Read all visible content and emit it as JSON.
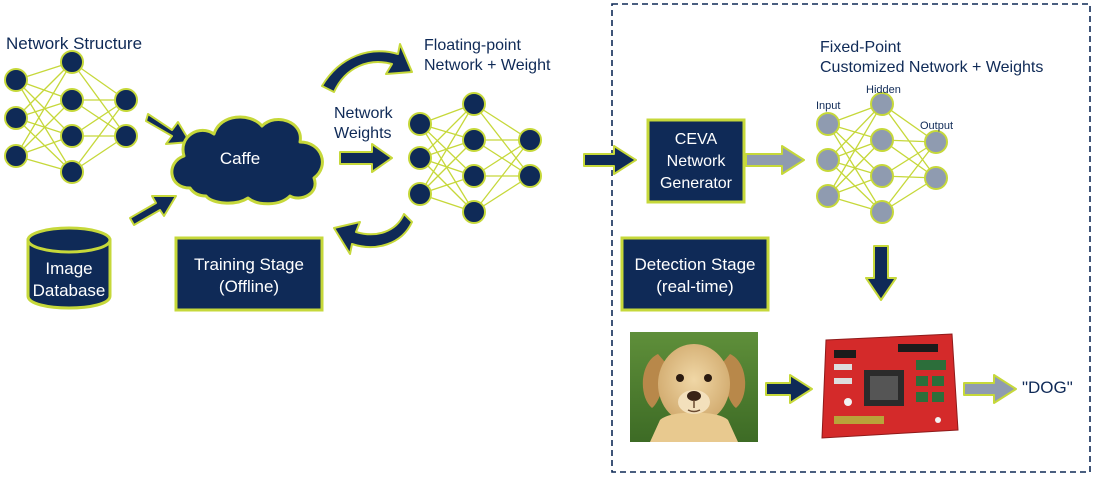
{
  "colors": {
    "navy": "#0f2a57",
    "lime": "#c6d83a",
    "gray": "#8f9bb0",
    "board_red": "#d42a2a"
  },
  "labels": {
    "network_structure": "Network Structure",
    "floating_point_line1": "Floating-point",
    "floating_point_line2": "Network + Weight",
    "fixed_point_line1": "Fixed-Point",
    "fixed_point_line2": "Customized Network + Weights",
    "network_weights_line1": "Network",
    "network_weights_line2": "Weights",
    "input": "Input",
    "hidden": "Hidden",
    "output": "Output",
    "dog_output": "\"DOG\""
  },
  "nodes": {
    "caffe": "Caffe",
    "image_db_line1": "Image",
    "image_db_line2": "Database",
    "ceva_line1": "CEVA",
    "ceva_line2": "Network",
    "ceva_line3": "Generator"
  },
  "stages": {
    "training_line1": "Training Stage",
    "training_line2": "(Offline)",
    "detection_line1": "Detection Stage",
    "detection_line2": "(real-time)"
  },
  "icons": {
    "dog_photo": "dog-photo",
    "dev_board": "circuit-board-image",
    "database": "database-cylinder-icon",
    "cloud": "cloud-icon"
  }
}
